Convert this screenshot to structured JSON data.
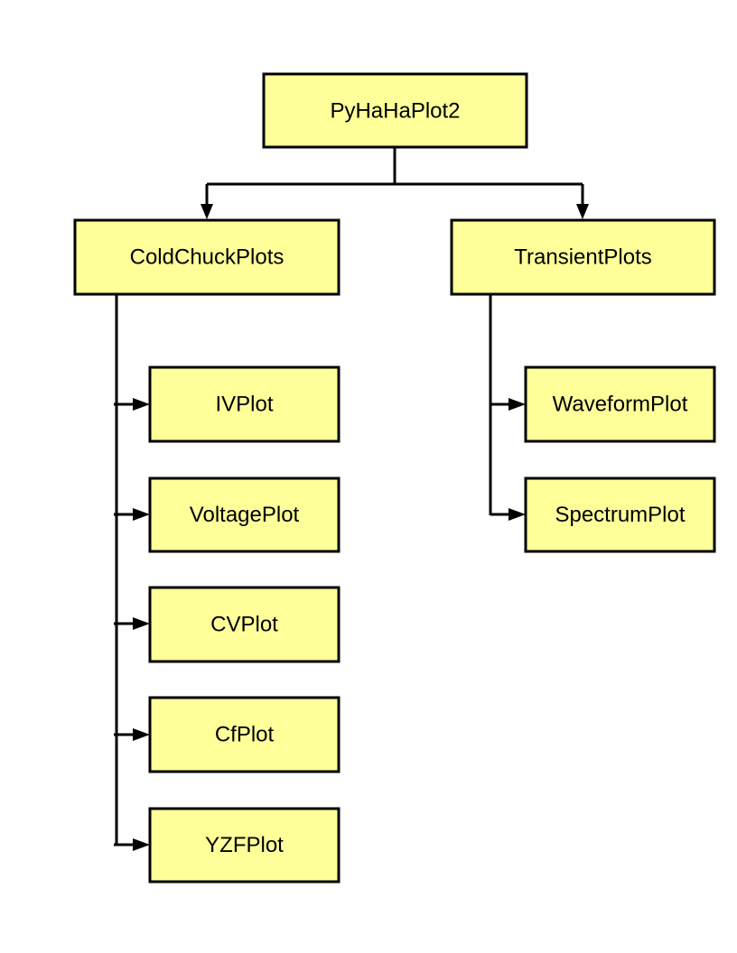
{
  "diagram": {
    "type": "tree",
    "colors": {
      "node_fill": "#ffff99",
      "node_stroke": "#000000",
      "edge": "#000000"
    },
    "nodes": {
      "root": {
        "label": "PyHaHaPlot2"
      },
      "coldchuck": {
        "label": "ColdChuckPlots"
      },
      "transient": {
        "label": "TransientPlots"
      },
      "ivplot": {
        "label": "IVPlot"
      },
      "voltageplot": {
        "label": "VoltagePlot"
      },
      "cvplot": {
        "label": "CVPlot"
      },
      "cfplot": {
        "label": "CfPlot"
      },
      "yzfplot": {
        "label": "YZFPlot"
      },
      "waveformplot": {
        "label": "WaveformPlot"
      },
      "spectrumplot": {
        "label": "SpectrumPlot"
      }
    },
    "edges": [
      {
        "from": "root",
        "to": "coldchuck"
      },
      {
        "from": "root",
        "to": "transient"
      },
      {
        "from": "coldchuck",
        "to": "ivplot"
      },
      {
        "from": "coldchuck",
        "to": "voltageplot"
      },
      {
        "from": "coldchuck",
        "to": "cvplot"
      },
      {
        "from": "coldchuck",
        "to": "cfplot"
      },
      {
        "from": "coldchuck",
        "to": "yzfplot"
      },
      {
        "from": "transient",
        "to": "waveformplot"
      },
      {
        "from": "transient",
        "to": "spectrumplot"
      }
    ]
  }
}
